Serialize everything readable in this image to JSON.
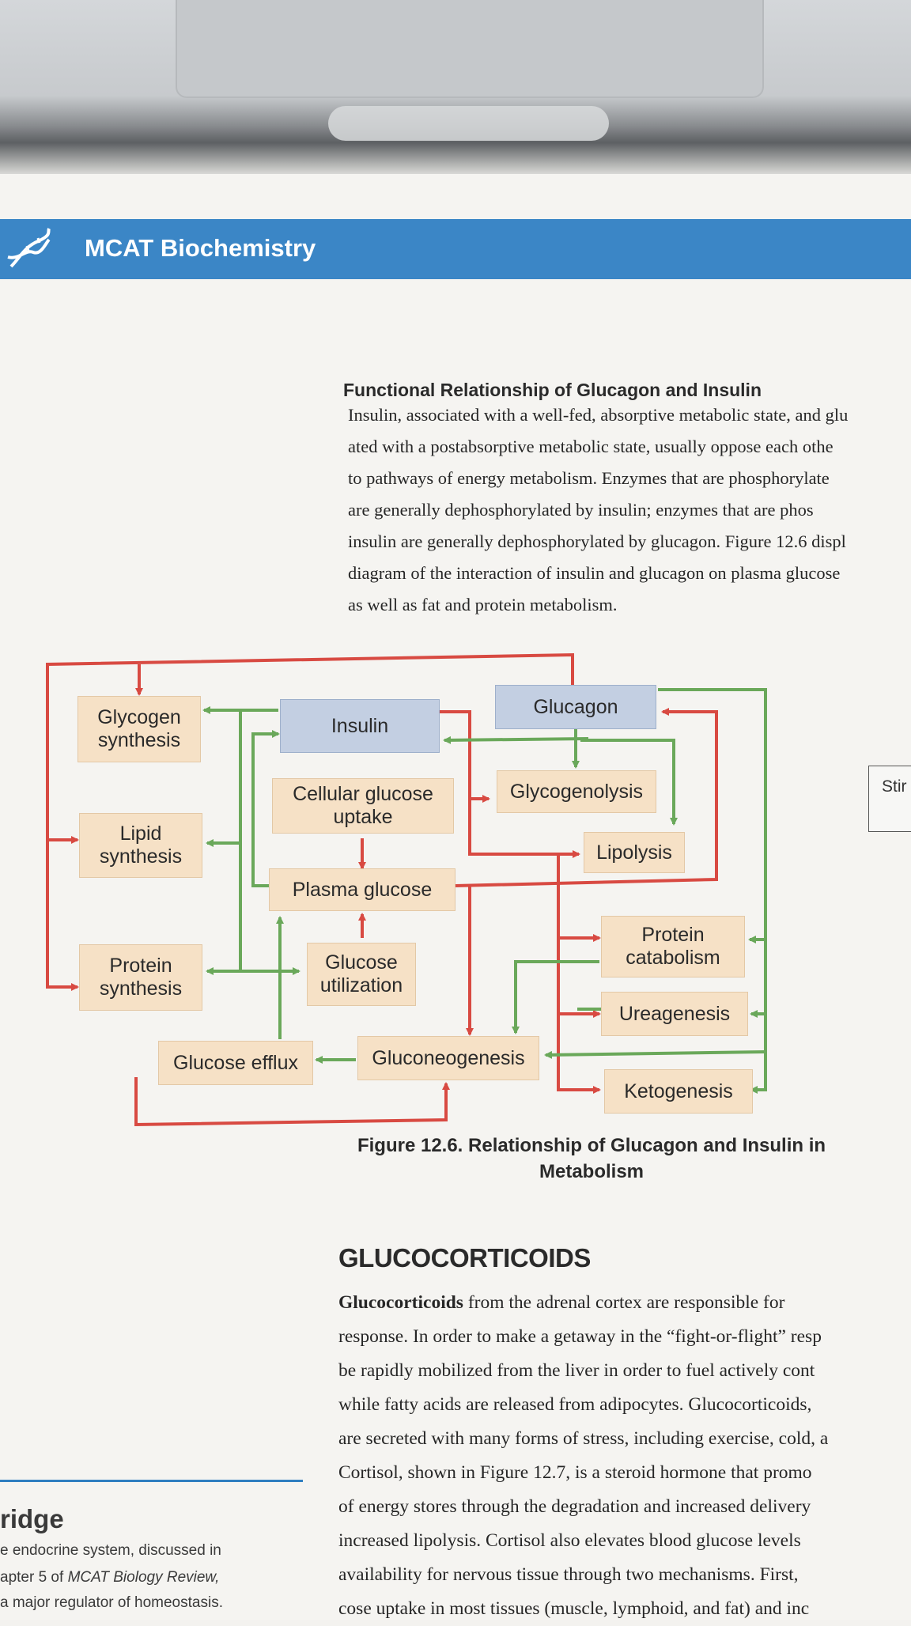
{
  "header": {
    "title": "MCAT Biochemistry"
  },
  "section": {
    "heading": "Functional Relationship of Glucagon and Insulin",
    "lines": [
      "Insulin, associated with a well-fed, absorptive metabolic state, and glu",
      "ated with a postabsorptive metabolic state, usually oppose each othe",
      "to pathways of energy metabolism. Enzymes that are phosphorylate",
      "are generally dephosphorylated by insulin; enzymes that are phos",
      "insulin are generally dephosphorylated by glucagon. Figure 12.6 displ",
      "diagram of the interaction of insulin and glucagon on plasma glucose",
      "as well as fat and protein metabolism."
    ]
  },
  "diagram": {
    "nodes": {
      "glycogen_synthesis": "Glycogen\nsynthesis",
      "insulin": "Insulin",
      "glucagon": "Glucagon",
      "cellular_glucose_uptake": "Cellular glucose\nuptake",
      "glycogenolysis": "Glycogenolysis",
      "lipid_synthesis": "Lipid\nsynthesis",
      "lipolysis": "Lipolysis",
      "plasma_glucose": "Plasma glucose",
      "protein_catabolism": "Protein\ncatabolism",
      "protein_synthesis": "Protein\nsynthesis",
      "glucose_utilization": "Glucose\nutilization",
      "ureagenesis": "Ureagenesis",
      "glucose_efflux": "Glucose efflux",
      "gluconeogenesis": "Gluconeogenesis",
      "ketogenesis": "Ketogenesis"
    },
    "colors": {
      "insulin_arrows": "#d84a42",
      "glucagon_arrows": "#6aa85a"
    },
    "sidebar_box_text": "Stir"
  },
  "figure": {
    "caption_line1": "Figure 12.6. Relationship of Glucagon and Insulin in",
    "caption_line2": "Metabolism"
  },
  "glucocorticoids": {
    "heading": "GLUCOCORTICOIDS",
    "lead": "Glucocorticoids",
    "line0_rest": " from the adrenal cortex are responsible for",
    "lines": [
      "response. In order to make a getaway in the “fight-or-flight” resp",
      "be rapidly mobilized from the liver in order to fuel actively cont",
      "while fatty acids are released from adipocytes. Glucocorticoids,",
      "are secreted with many forms of stress, including exercise, cold, a",
      "Cortisol, shown in Figure 12.7, is a steroid hormone that promo",
      "of energy stores through the degradation and increased delivery",
      "increased lipolysis. Cortisol also elevates blood glucose levels",
      "availability for nervous tissue through two mechanisms. First,",
      "cose uptake in most tissues (muscle, lymphoid, and fat) and inc"
    ]
  },
  "sidebar": {
    "title": "ridge",
    "line1": "e endocrine system, discussed in",
    "line2_pre": "apter 5 of ",
    "line2_italic": "MCAT Biology Review,",
    "line3": "a major regulator of homeostasis."
  }
}
